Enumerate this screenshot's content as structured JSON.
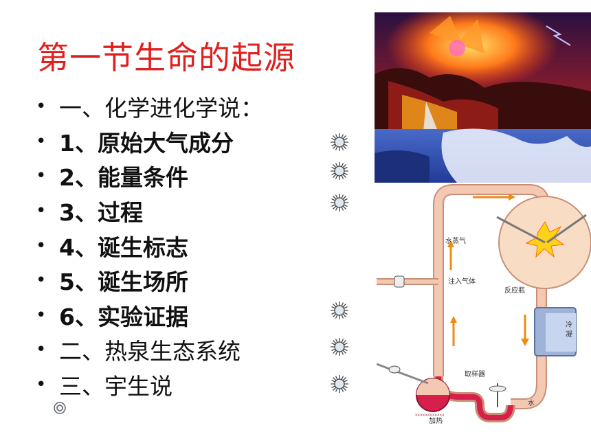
{
  "title": "第一节生命的起源",
  "items": [
    {
      "text": "一、化学进化学说：",
      "bold": false,
      "sun": false
    },
    {
      "text": "1、原始大气成分",
      "bold": true,
      "sun": true
    },
    {
      "text": "2、能量条件",
      "bold": true,
      "sun": true
    },
    {
      "text": "3、过程",
      "bold": true,
      "sun": true
    },
    {
      "text": "4、诞生标志",
      "bold": true,
      "sun": false
    },
    {
      "text": "5、诞生场所",
      "bold": true,
      "sun": false
    },
    {
      "text": "6、实验证据",
      "bold": true,
      "sun": true
    },
    {
      "text": "二、热泉生态系统",
      "bold": false,
      "sun": true
    },
    {
      "text": "三、宇生说",
      "bold": false,
      "sun": true
    }
  ],
  "bullet": "•",
  "diagram": {
    "steam": "水蒸气",
    "inject": "注入气体",
    "flask": "反应瓶",
    "condense_1": "冷",
    "condense_2": "凝",
    "sampler": "取样器",
    "water": "水",
    "heat": "加热",
    "heat_coil": "xxxxxxxxxxxx"
  },
  "colors": {
    "title": "#e0201e",
    "tube": "#f4c9b4",
    "tube_stroke": "#c88f74",
    "flask": "#f9dcc4",
    "arrow": "#f08a10"
  }
}
